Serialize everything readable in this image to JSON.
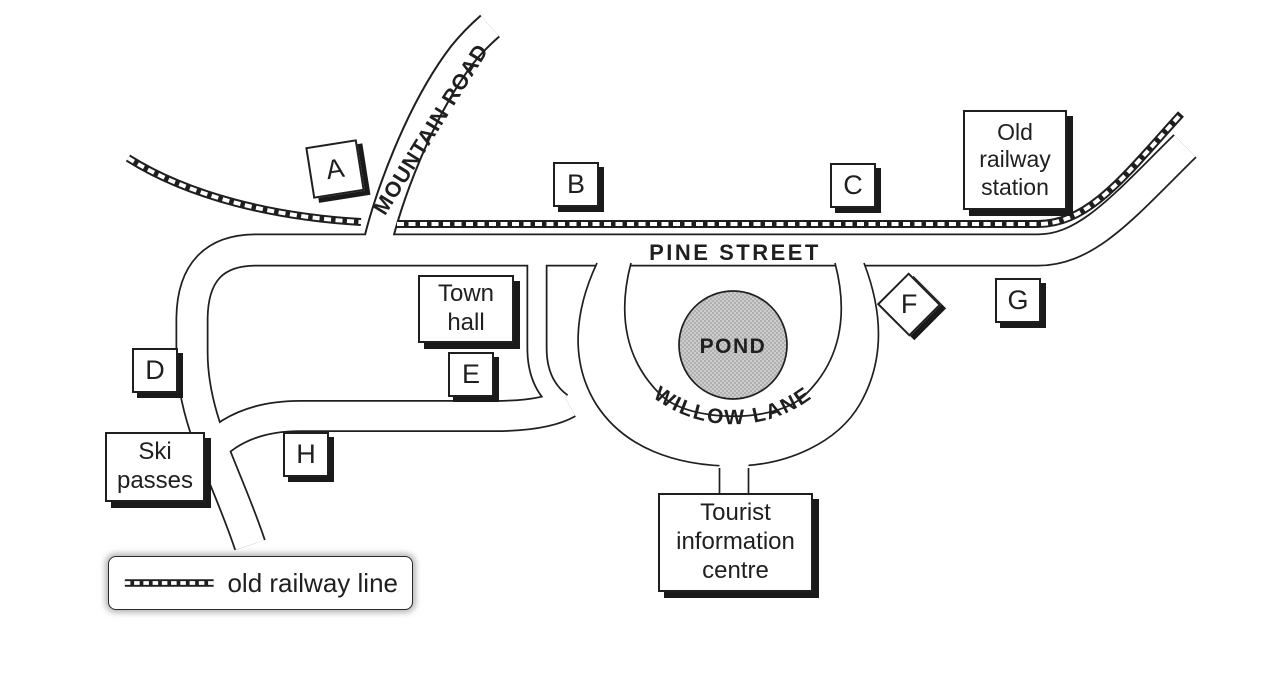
{
  "map": {
    "streets": {
      "pine": "PINE STREET",
      "mountain": "MOUNTAIN ROAD",
      "willow": "WILLOW LANE"
    },
    "pond_label": "POND",
    "places": {
      "town_hall": "Town hall",
      "old_railway_station": "Old railway station",
      "ski_passes": "Ski passes",
      "tourist_information_centre": "Tourist information centre"
    },
    "markers": [
      {
        "label": "A"
      },
      {
        "label": "B"
      },
      {
        "label": "C"
      },
      {
        "label": "D"
      },
      {
        "label": "E"
      },
      {
        "label": "F"
      },
      {
        "label": "G"
      },
      {
        "label": "H"
      }
    ],
    "legend": {
      "label": "old railway line"
    },
    "colors": {
      "ink": "#1f1f1f",
      "pond_fill": "#cccccc",
      "background": "#ffffff"
    }
  }
}
